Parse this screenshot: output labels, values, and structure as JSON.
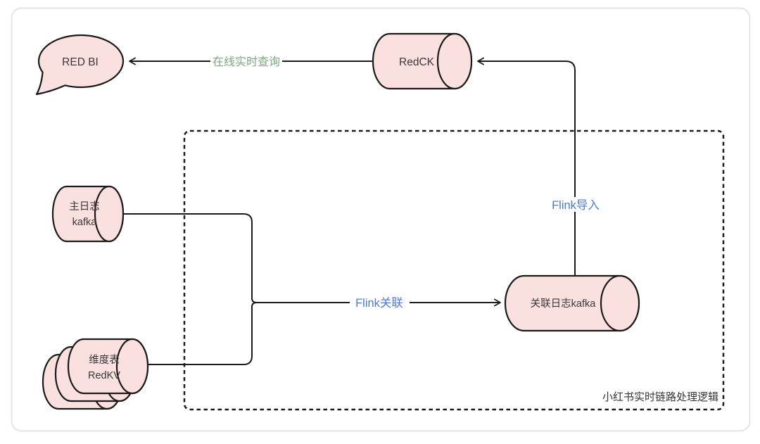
{
  "diagram": {
    "boundary_label": "小红书实时链路处理逻辑",
    "colors": {
      "node_fill": "#FBE0E0",
      "stroke": "#1A1A1A"
    },
    "nodes": {
      "red_bi": {
        "label": "RED BI"
      },
      "redck": {
        "label": "RedCK"
      },
      "main_log_kafka": {
        "line1": "主日志",
        "line2": "kafka"
      },
      "dim_table_redkv": {
        "line1": "维度表",
        "line2": "RedKV"
      },
      "joined_log_kafka": {
        "label": "关联日志kafka"
      }
    },
    "edges": {
      "online_realtime_query": {
        "label": "在线实时查询",
        "color": "#7CA87F"
      },
      "flink_import": {
        "label": "Flink导入",
        "color": "#4C7BCE"
      },
      "flink_join": {
        "label": "Flink关联",
        "color": "#4C7BCE"
      }
    }
  }
}
